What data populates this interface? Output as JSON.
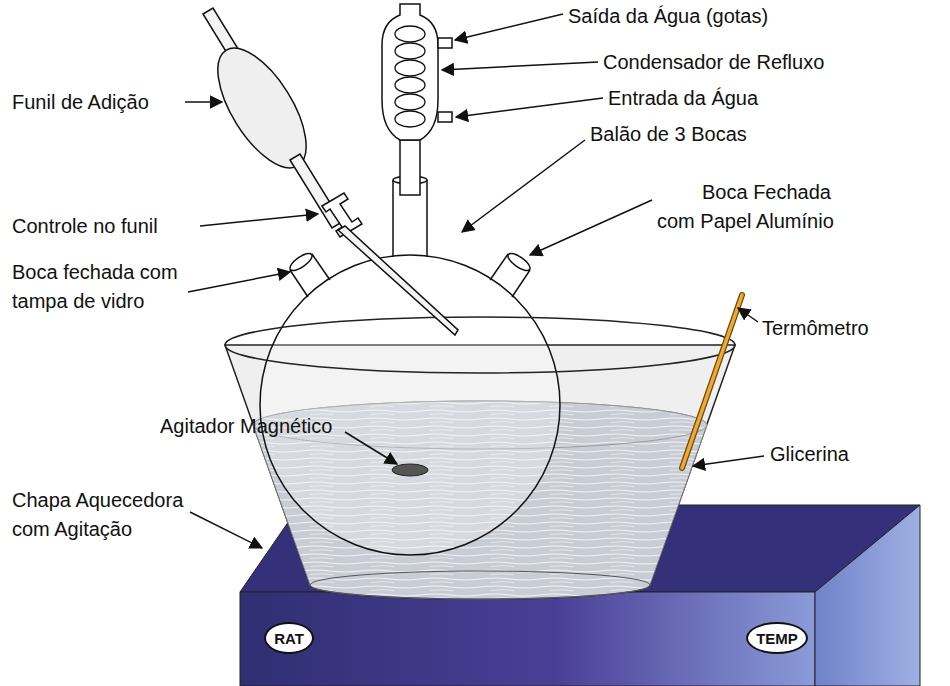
{
  "diagram": {
    "nodes": [
      {
        "text": [
          "RAT"
        ]
      },
      {
        "text": [
          "TEMP"
        ]
      }
    ],
    "labels": [
      "Saída da Água (gotas)",
      "Condensador de Refluxo",
      "Entrada da Água",
      "Balão de 3 Bocas",
      "Funil de Adição",
      "Controle no funil",
      "Boca fechada com tampa de vidro",
      "Boca Fechada com Papel Alumínio",
      "Termômetro",
      "Agitador Magnético",
      "Glicerina",
      "Chapa Aquecedora com Agitação"
    ]
  }
}
